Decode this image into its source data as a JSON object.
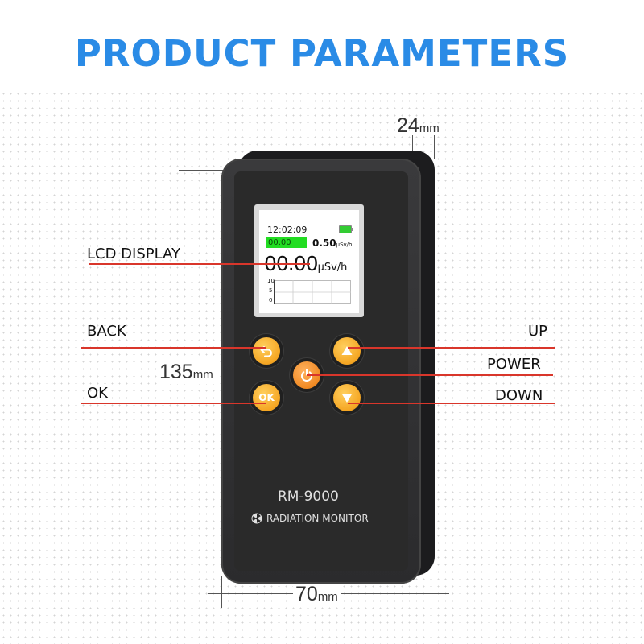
{
  "heading": "PRODUCT PARAMETERS",
  "dimensions": {
    "depth_value": "24",
    "depth_unit": "mm",
    "height_value": "135",
    "height_unit": "mm",
    "width_value": "70",
    "width_unit": "mm"
  },
  "screen": {
    "time": "12:02:09",
    "small_reading": "00.00",
    "dose_rate_value": "0.50",
    "dose_rate_unit": "μSv/h",
    "main_value": "00.00",
    "main_unit": "μSv/h",
    "graph_axis": [
      "10",
      "5",
      "0"
    ],
    "battery_level": 1.0
  },
  "device": {
    "model": "RM-9000",
    "product_name": "RADIATION MONITOR",
    "ok_button_label": "OK"
  },
  "callouts": {
    "lcd_display": "LCD DISPLAY",
    "back": "BACK",
    "ok": "OK",
    "up": "UP",
    "power": "POWER",
    "down": "DOWN"
  },
  "colors": {
    "heading": "#2a8be6",
    "callout_line": "#d9362b",
    "button": "#f5a623",
    "device_body": "#2b2b2d",
    "lcd_highlight": "#22dd22"
  },
  "icons": {
    "back": "back-arrow-icon",
    "up": "up-triangle-icon",
    "power": "power-icon",
    "down": "down-triangle-icon",
    "radiation": "radiation-icon"
  }
}
